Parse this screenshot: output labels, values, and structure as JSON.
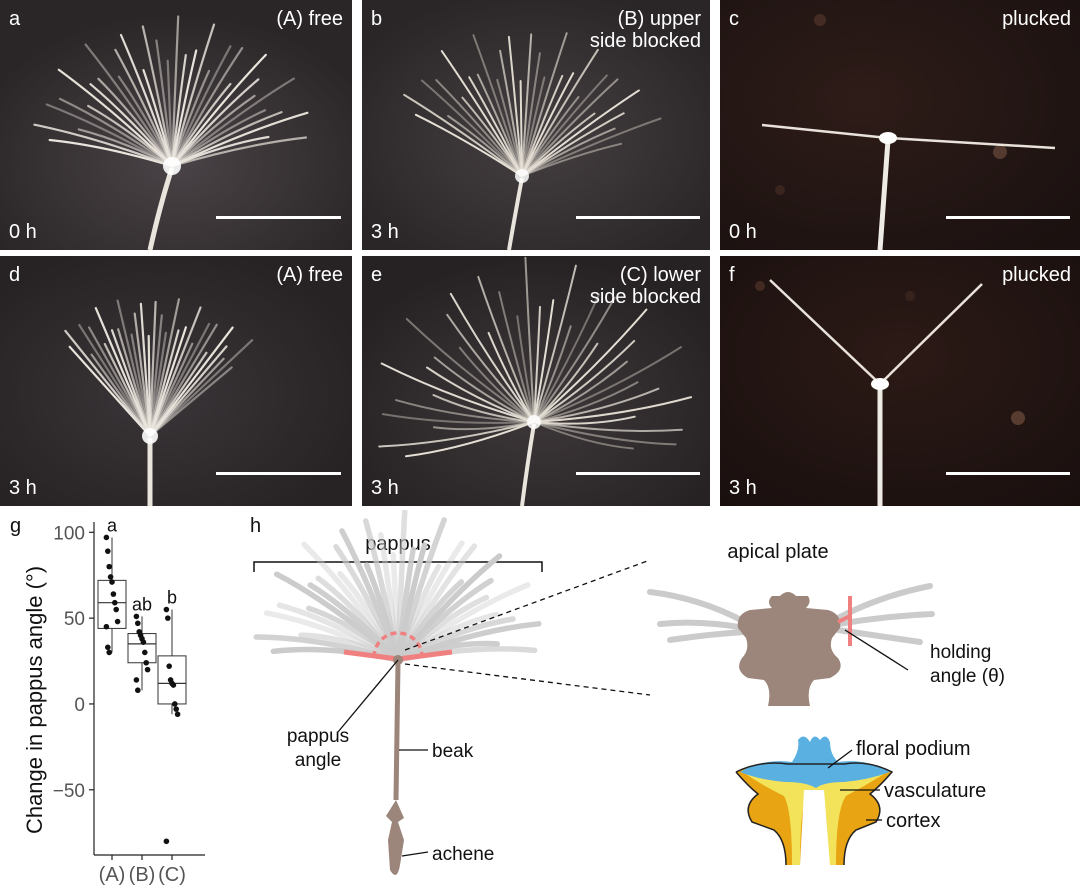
{
  "photos": [
    {
      "letter": "a",
      "condition_line1": "(A) free",
      "condition_line2": "",
      "time": "0 h"
    },
    {
      "letter": "b",
      "condition_line1": "(B) upper",
      "condition_line2": "side blocked",
      "time": "3 h"
    },
    {
      "letter": "c",
      "condition_line1": "plucked",
      "condition_line2": "",
      "time": "0 h"
    },
    {
      "letter": "d",
      "condition_line1": "(A) free",
      "condition_line2": "",
      "time": "3 h"
    },
    {
      "letter": "e",
      "condition_line1": "(C) lower",
      "condition_line2": "side blocked",
      "time": "3 h"
    },
    {
      "letter": "f",
      "condition_line1": "plucked",
      "condition_line2": "",
      "time": "3 h"
    }
  ],
  "panel_g": {
    "letter": "g",
    "ylabel": "Change in pappus angle (°)",
    "yticks": [
      "100",
      "50",
      "0",
      "−50"
    ],
    "categories": [
      "(A)",
      "(B)",
      "(C)"
    ],
    "cld": [
      "a",
      "ab",
      "b"
    ]
  },
  "chart_data": {
    "type": "box",
    "title": "",
    "xlabel": "",
    "ylabel": "Change in pappus angle (°)",
    "ylim": [
      -88,
      106
    ],
    "categories": [
      "(A)",
      "(B)",
      "(C)"
    ],
    "boxes": [
      {
        "q1": 44,
        "median": 59,
        "q3": 72,
        "whisker_low": 30,
        "whisker_high": 97,
        "points": [
          97,
          89,
          80,
          74,
          71,
          64,
          59,
          55,
          48,
          45,
          33,
          30
        ]
      },
      {
        "q1": 24,
        "median": 35,
        "q3": 41,
        "whisker_low": 8,
        "whisker_high": 51,
        "points": [
          51,
          47,
          42,
          40,
          38,
          36,
          30,
          24,
          20,
          14,
          8
        ]
      },
      {
        "q1": 0,
        "median": 12,
        "q3": 28,
        "whisker_low": -6,
        "whisker_high": 55,
        "points": [
          55,
          50,
          22,
          14,
          12,
          11,
          0,
          -3,
          -6,
          -80
        ]
      }
    ],
    "significance_letters": [
      "a",
      "ab",
      "b"
    ]
  },
  "panel_h": {
    "letter": "h",
    "pappus": "pappus",
    "pappus_angle_line1": "pappus",
    "pappus_angle_line2": "angle",
    "beak": "beak",
    "achene": "achene",
    "apical_plate": "apical plate",
    "holding_line1": "holding",
    "holding_line2": "angle (θ)",
    "floral_podium": "floral podium",
    "vasculature": "vasculature",
    "cortex": "cortex"
  },
  "colors": {
    "photo_bg": "#2a2627",
    "photo_bg_plucked": "#1f1412",
    "filament": "#e9e4dc",
    "pappus_grey": "#cbcbcb",
    "beak_brown": "#9c857a",
    "highlight_red": "#f08080",
    "podium_blue": "#5ab0e0",
    "vasculature_yellow": "#f2e35a",
    "cortex_orange": "#e8a412"
  }
}
